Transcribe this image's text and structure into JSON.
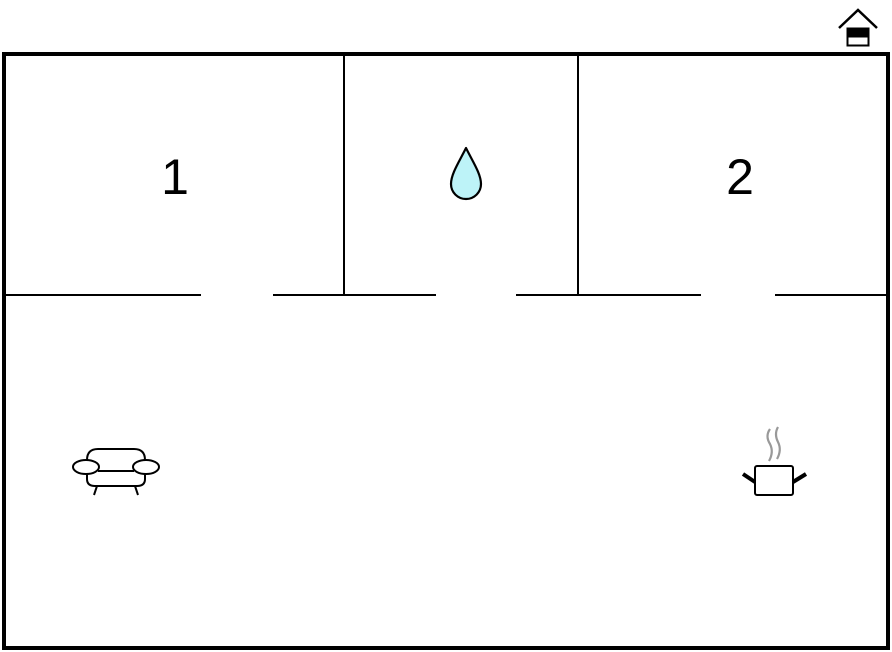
{
  "floorplan": {
    "rooms": [
      {
        "id": "bedroom-1",
        "label": "1"
      },
      {
        "id": "bathroom",
        "icon": "water-drop-icon"
      },
      {
        "id": "bedroom-2",
        "label": "2"
      },
      {
        "id": "living-kitchen",
        "icons": [
          "sofa-icon",
          "cooking-pot-icon"
        ]
      }
    ],
    "colors": {
      "wall": "#000000",
      "water_drop_fill": "#bdf3f8",
      "steam": "#999999",
      "background": "#ffffff"
    }
  },
  "header": {
    "icon": "house-icon"
  }
}
